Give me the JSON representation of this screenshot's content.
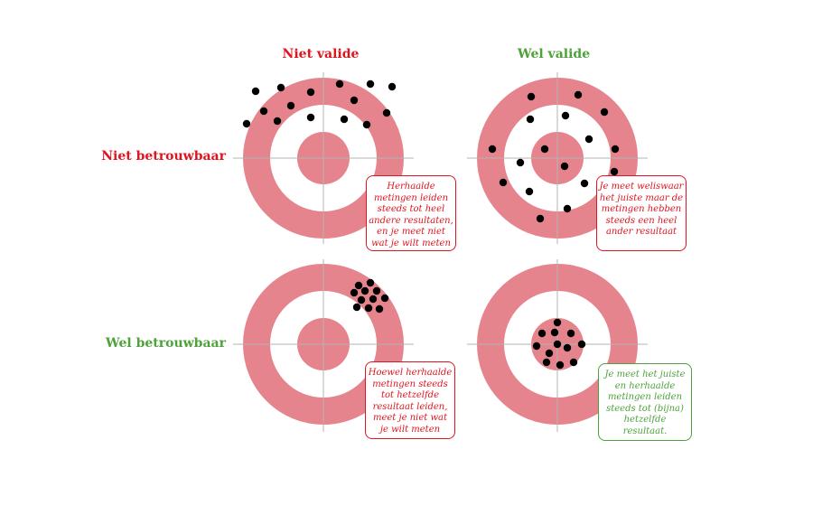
{
  "headers": {
    "col_left": "Niet valide",
    "col_right": "Wel valide",
    "row_top": "Niet betrouwbaar",
    "row_bottom": "Wel betrouwbaar"
  },
  "colors": {
    "ring": "#e5848d",
    "axis": "#b3b3b3",
    "dot": "#000000",
    "negative": "#e0141e",
    "positive": "#4ea23a"
  },
  "quadrants": [
    {
      "name": "niet-valide-niet-betrouwbaar",
      "caption": "Herhaalde metingen leiden steeds tot heel andere resultaten, en je meet niet wat je wilt meten",
      "tone": "negative"
    },
    {
      "name": "wel-valide-niet-betrouwbaar",
      "caption": "Je meet weliswaar het juiste maar de metingen hebben steeds een heel ander resultaat",
      "tone": "negative"
    },
    {
      "name": "niet-valide-wel-betrouwbaar",
      "caption": "Hoewel herhaalde metingen steeds tot hetzelfde resultaat leiden, meet je niet wat je wilt meten",
      "tone": "negative"
    },
    {
      "name": "wel-valide-wel-betrouwbaar",
      "caption": "Je meet het juiste en herhaalde metingen leiden steeds tot (bijna) hetzelfde resultaat.",
      "tone": "positive"
    }
  ]
}
